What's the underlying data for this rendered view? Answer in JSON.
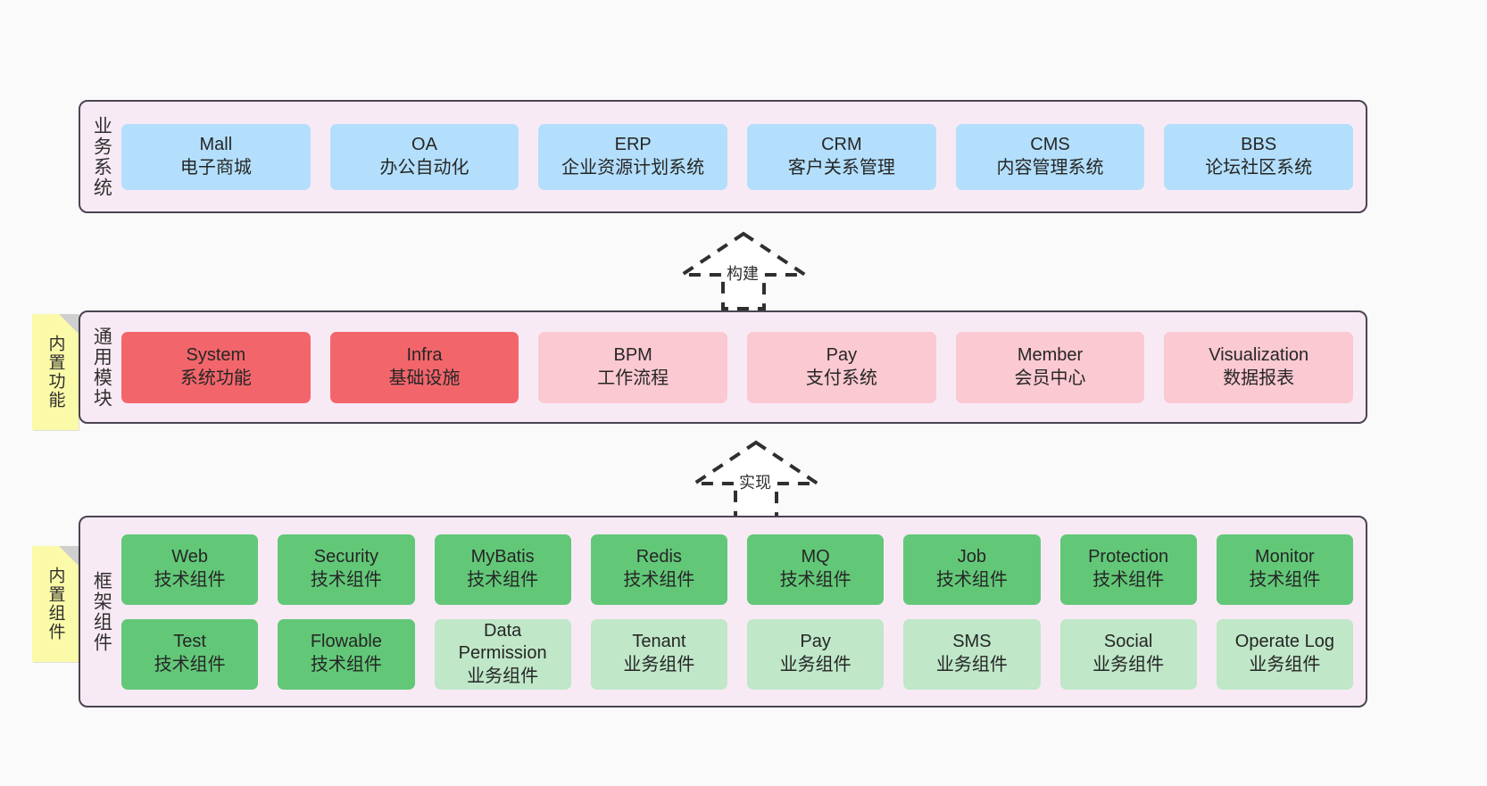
{
  "page": {
    "background": "#fafafa",
    "container_fill": "#f8eaf5",
    "container_border": "#4a4453"
  },
  "notes": [
    {
      "name": "builtin-functions-note",
      "text": "内置功能"
    },
    {
      "name": "builtin-components-note",
      "text": "内置组件"
    }
  ],
  "arrows": [
    {
      "name": "build-arrow",
      "label": "构建",
      "style": "dashed-hollow-generalization",
      "direction": "up"
    },
    {
      "name": "implement-arrow",
      "label": "实现",
      "style": "dashed-hollow-generalization",
      "direction": "up"
    }
  ],
  "layers": [
    {
      "id": "business",
      "title": "业务系统",
      "color": "#b3dffc",
      "rows": [
        [
          {
            "l1": "Mall",
            "l2": "电子商城"
          },
          {
            "l1": "OA",
            "l2": "办公自动化"
          },
          {
            "l1": "ERP",
            "l2": "企业资源计划系统"
          },
          {
            "l1": "CRM",
            "l2": "客户关系管理"
          },
          {
            "l1": "CMS",
            "l2": "内容管理系统"
          },
          {
            "l1": "BBS",
            "l2": "论坛社区系统"
          }
        ]
      ]
    },
    {
      "id": "modules",
      "title": "通用模块",
      "color": "#fbc9d1",
      "accent": "#f2666b",
      "rows": [
        [
          {
            "l1": "System",
            "l2": "系统功能",
            "variant": "c-red"
          },
          {
            "l1": "Infra",
            "l2": "基础设施",
            "variant": "c-red"
          },
          {
            "l1": "BPM",
            "l2": "工作流程",
            "variant": "c-pink"
          },
          {
            "l1": "Pay",
            "l2": "支付系统",
            "variant": "c-pink"
          },
          {
            "l1": "Member",
            "l2": "会员中心",
            "variant": "c-pink"
          },
          {
            "l1": "Visualization",
            "l2": "数据报表",
            "variant": "c-pink"
          }
        ]
      ]
    },
    {
      "id": "framework",
      "title": "框架组件",
      "color": "#62c878",
      "accent": "#bfe7c8",
      "rows": [
        [
          {
            "l1": "Web",
            "l2": "技术组件",
            "variant": "c-green"
          },
          {
            "l1": "Security",
            "l2": "技术组件",
            "variant": "c-green"
          },
          {
            "l1": "MyBatis",
            "l2": "技术组件",
            "variant": "c-green"
          },
          {
            "l1": "Redis",
            "l2": "技术组件",
            "variant": "c-green"
          },
          {
            "l1": "MQ",
            "l2": "技术组件",
            "variant": "c-green"
          },
          {
            "l1": "Job",
            "l2": "技术组件",
            "variant": "c-green"
          },
          {
            "l1": "Protection",
            "l2": "技术组件",
            "variant": "c-green"
          },
          {
            "l1": "Monitor",
            "l2": "技术组件",
            "variant": "c-green"
          }
        ],
        [
          {
            "l1": "Test",
            "l2": "技术组件",
            "variant": "c-green"
          },
          {
            "l1": "Flowable",
            "l2": "技术组件",
            "variant": "c-green"
          },
          {
            "l1": "Data Permission",
            "l2": "业务组件",
            "variant": "c-greenlight"
          },
          {
            "l1": "Tenant",
            "l2": "业务组件",
            "variant": "c-greenlight"
          },
          {
            "l1": "Pay",
            "l2": "业务组件",
            "variant": "c-greenlight"
          },
          {
            "l1": "SMS",
            "l2": "业务组件",
            "variant": "c-greenlight"
          },
          {
            "l1": "Social",
            "l2": "业务组件",
            "variant": "c-greenlight"
          },
          {
            "l1": "Operate Log",
            "l2": "业务组件",
            "variant": "c-greenlight"
          }
        ]
      ]
    }
  ]
}
